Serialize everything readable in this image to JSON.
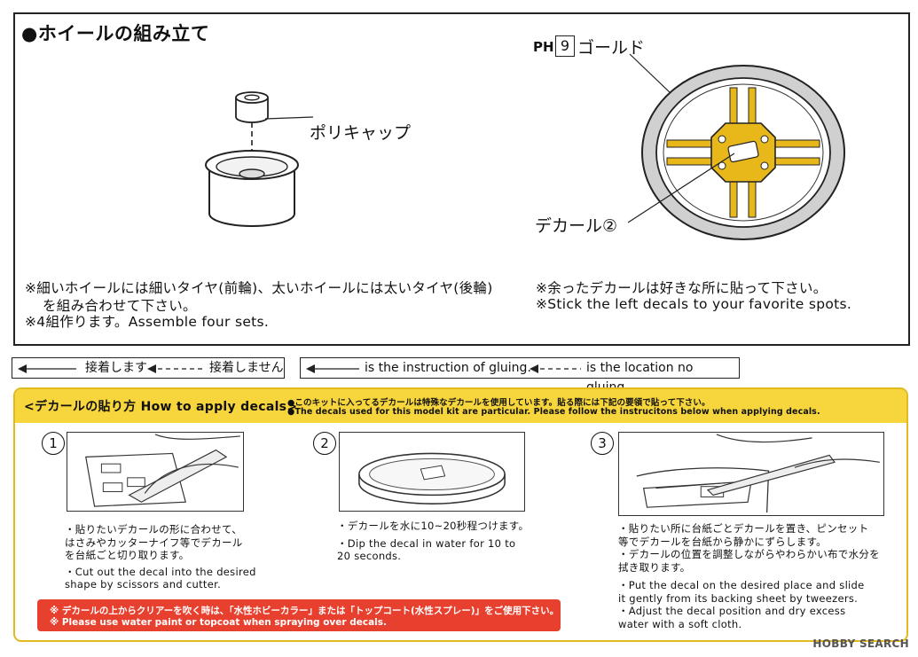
{
  "wheel_section": {
    "title": "●ホイールの組み立て",
    "polycap_label": "ポリキャップ",
    "color_code_prefix": "PH",
    "color_code_number": "9",
    "color_name": "ゴールド",
    "decal_label": "デカール②",
    "note_tire_line1": "※細いホイールには細いタイヤ(前輪)、太いホイールには太いタイヤ(後輪)",
    "note_tire_line2": "を組み合わせて下さい。",
    "note_sets": "※4組作ります。Assemble four sets.",
    "note_decal_jp": "※余ったデカールは好きな所に貼って下さい。",
    "note_decal_en": "※Stick the left decals to your favorite spots."
  },
  "legend": {
    "glue_jp": "接着します",
    "no_glue_jp": "接着しません",
    "glue_en": "is the instruction of gluing.",
    "no_glue_en": "is the location no gluing."
  },
  "decal_panel": {
    "title": "<デカールの貼り方 How to apply decals>",
    "note_jp": "●このキットに入ってるデカールは特殊なデカールを使用しています。貼る際には下記の要領で貼って下さい。",
    "note_en": "●The decals used for this model kit are particular. Please follow the instrucitons below when applying decals.",
    "steps": [
      {
        "number": "1",
        "lines": [
          "・貼りたいデカールの形に合わせて、",
          "  はさみやカッターナイフ等でデカール",
          "  を台紙ごと切り取ります。",
          "・Cut out the decal into the desired",
          "  shape by scissors and cutter."
        ]
      },
      {
        "number": "2",
        "lines": [
          "・デカールを水に10~20秒程つけます。",
          "・Dip the decal in water for 10 to",
          "  20 seconds."
        ]
      },
      {
        "number": "3",
        "lines": [
          "・貼りたい所に台紙ごとデカールを置き、ピンセット",
          "  等でデカールを台紙から静かにずらします。",
          "・デカールの位置を調整しながらやわらかい布で水分を",
          "  拭き取ります。",
          "・Put the decal on the desired place and slide",
          "  it gently from its backing sheet by tweezers.",
          "・Adjust the decal position and dry excess",
          "  water with a soft cloth."
        ]
      }
    ],
    "warning_jp": "※ デカールの上からクリアーを吹く時は、「水性ホビーカラー」または「トップコート(水性スプレー)」をご使用下さい。",
    "warning_en": "※ Please use water paint or topcoat when spraying over decals."
  },
  "watermark": "HOBBY SEARCH",
  "colors": {
    "gold": "#e8b81a",
    "panel_yellow": "#f6d53d",
    "warning_red": "#e8402f"
  }
}
